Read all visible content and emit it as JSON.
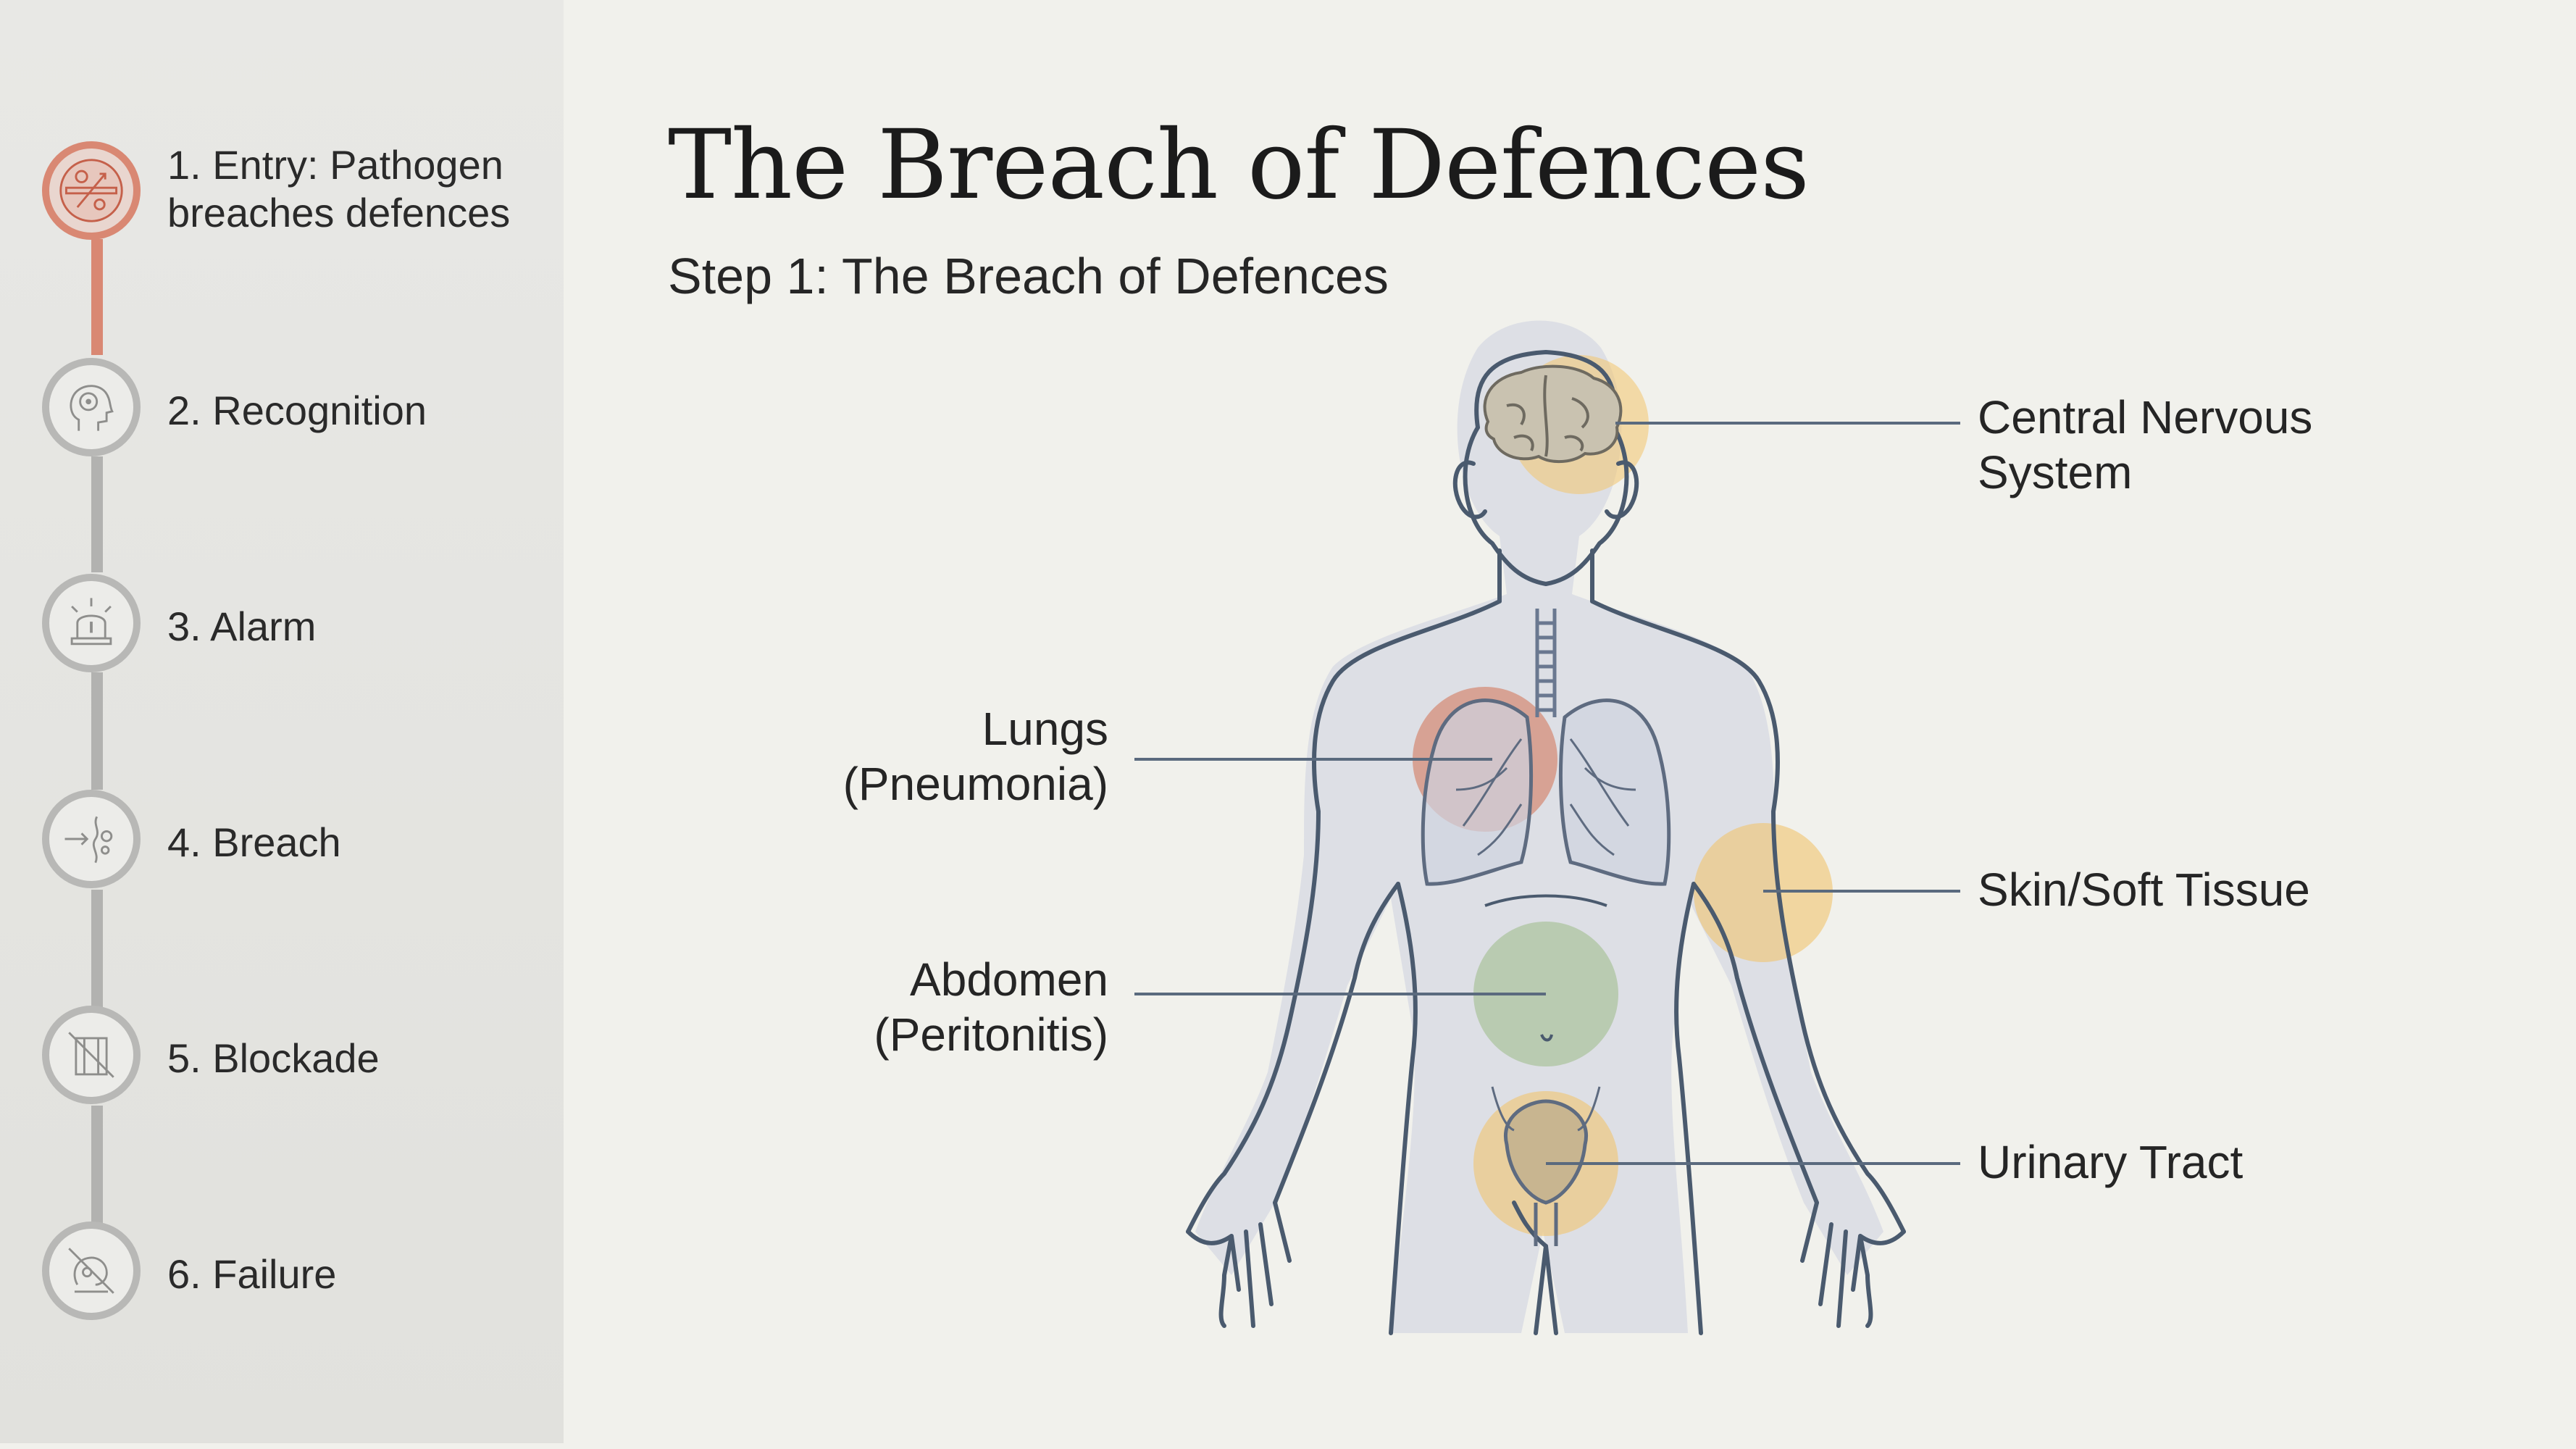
{
  "sidebar": {
    "steps": [
      {
        "label_line1": "1. Entry: Pathogen",
        "label_line2": "breaches defences",
        "icon": "pathogen-entry-icon",
        "active": true
      },
      {
        "label": "2. Recognition",
        "icon": "head-recognition-icon",
        "active": false
      },
      {
        "label": "3. Alarm",
        "icon": "alarm-siren-icon",
        "active": false
      },
      {
        "label": "4. Breach",
        "icon": "breach-arrow-icon",
        "active": false
      },
      {
        "label": "5. Blockade",
        "icon": "blockade-icon",
        "active": false
      },
      {
        "label": "6. Failure",
        "icon": "failure-icon",
        "active": false
      }
    ],
    "active_color": "#d98873",
    "inactive_color": "#b8b8b6"
  },
  "main": {
    "title": "The Breach of Defences",
    "subtitle": "Step 1: The Breach of Defences"
  },
  "diagram": {
    "callouts": {
      "cns_line1": "Central Nervous",
      "cns_line2": "System",
      "lungs_line1": "Lungs",
      "lungs_line2": "(Pneumonia)",
      "skin": "Skin/Soft Tissue",
      "abdomen_line1": "Abdomen",
      "abdomen_line2": "(Peritonitis)",
      "urinary": "Urinary Tract"
    },
    "site_colors": {
      "cns": "#f2c46e",
      "lungs": "#d47a5e",
      "skin": "#f2c46e",
      "abdomen": "#a9c29b",
      "urinary": "#f2c46e"
    }
  }
}
